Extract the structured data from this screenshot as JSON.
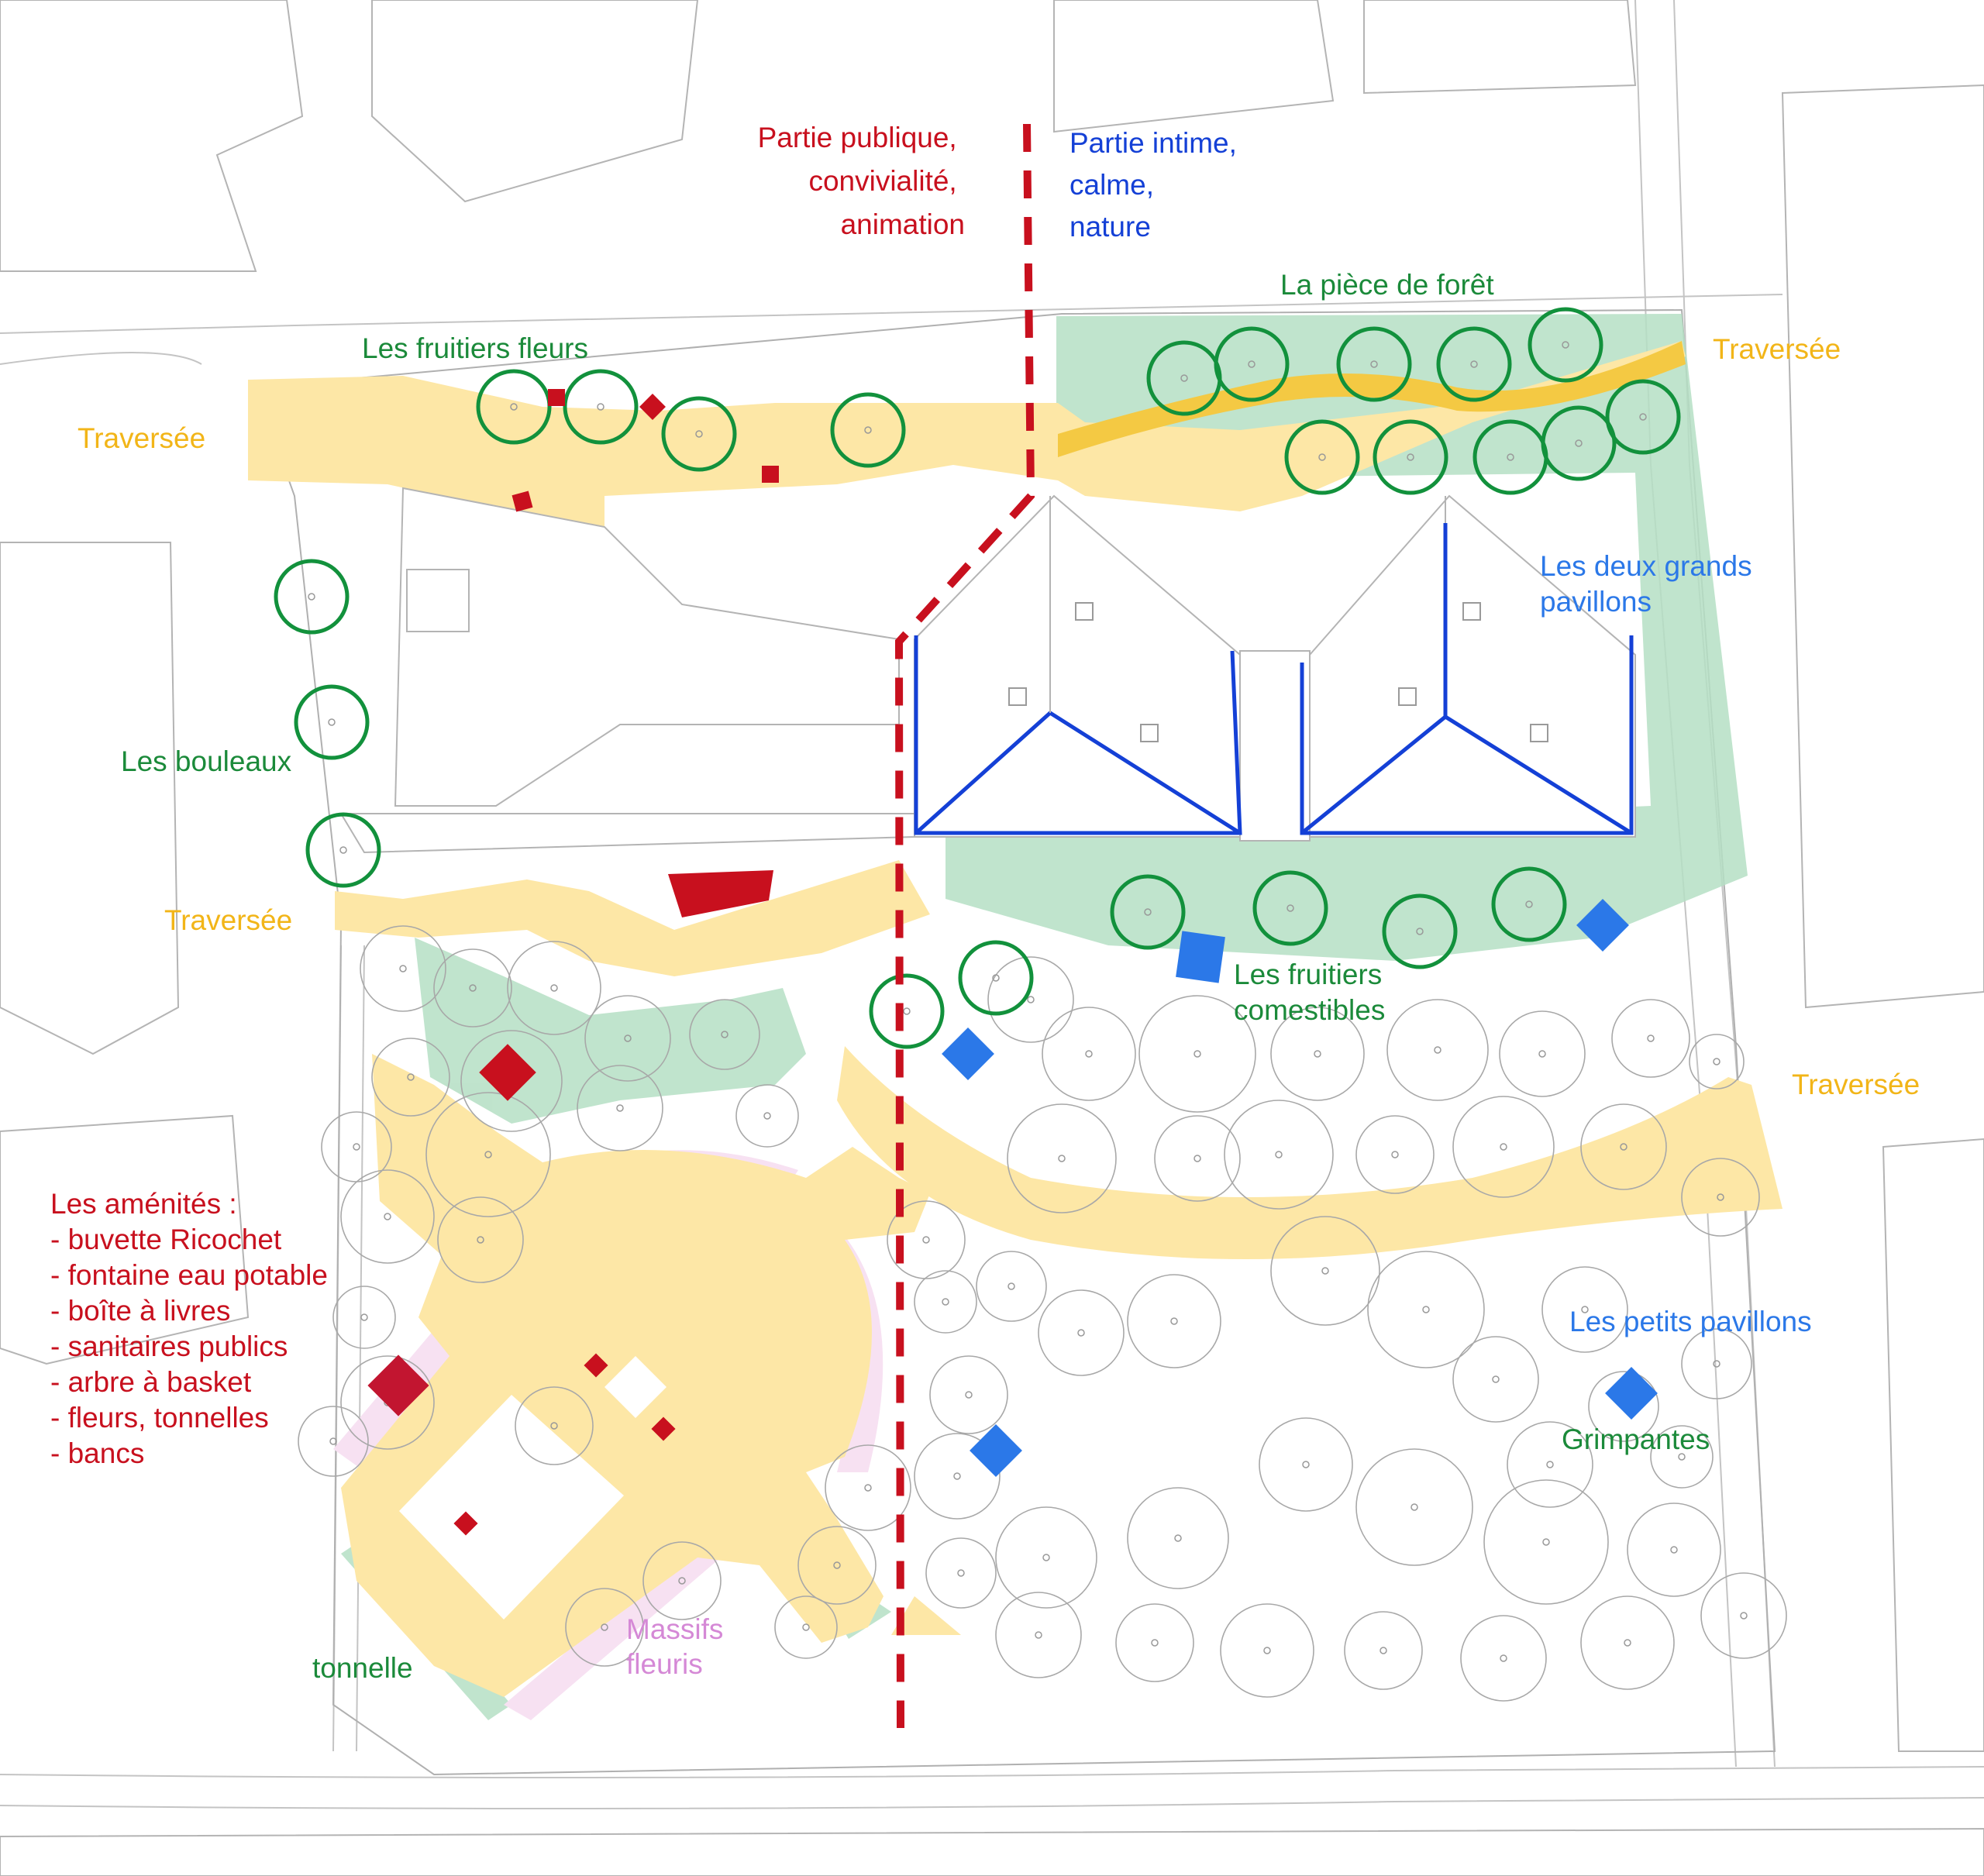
{
  "colors": {
    "public": "#c8101e",
    "intimate": "#1440d6",
    "nature": "#1b8a3a",
    "traverse": "#f2b518",
    "pavilions": "#2b78e8",
    "flowers": "#d589d6",
    "path_fill": "#fde7a6",
    "green_fill": "#b5dfc4",
    "pink_fill": "#f7e1f2"
  },
  "labels": {
    "public_zone": [
      "Partie publique,",
      "convivialité,",
      "animation"
    ],
    "intimate_zone": [
      "Partie intime,",
      "calme,",
      "nature"
    ],
    "forest_piece": "La pièce de forêt",
    "traverse_nw": "Traversée",
    "traverse_ne": "Traversée",
    "traverse_w": "Traversée",
    "traverse_e": "Traversée",
    "fruit_flower_trees": "Les fruitiers fleurs",
    "birches": "Les bouleaux",
    "large_pavilions": [
      "Les deux grands",
      "pavillons"
    ],
    "edible_fruit_trees": [
      "Les fruitiers",
      "comestibles"
    ],
    "amenities_title": "Les aménités :",
    "amenities": [
      "- buvette Ricochet",
      "- fontaine eau potable",
      "- boîte à livres",
      "- sanitaires publics",
      "- arbre à basket",
      "- fleurs, tonnelles",
      "- bancs"
    ],
    "small_pavilions": "Les petits pavillons",
    "climbers": "Grimpantes",
    "flower_beds": [
      "Massifs",
      "fleuris"
    ],
    "arbor": "tonnelle"
  },
  "icons": {
    "amenity_marker": "red-square-icon",
    "small_pavilion_marker": "blue-diamond-icon",
    "tree": "tree-circle-icon"
  }
}
